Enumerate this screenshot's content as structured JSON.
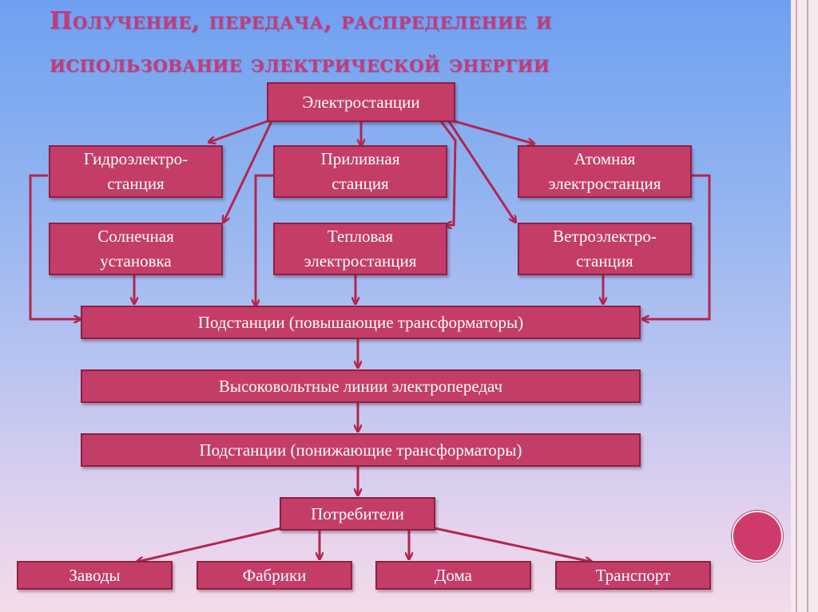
{
  "title": "Получение, передача, распределение и использование электрической энергии",
  "nodes": {
    "root": "Электростанции",
    "hydro": "Гидроэлектро-\nстанция",
    "tidal": "Приливная\nстанция",
    "nuclear": "Атомная\nэлектростанция",
    "solar": "Солнечная\nустановка",
    "thermal": "Тепловая\nэлектростанция",
    "wind": "Ветроэлектро-\nстанция",
    "step_up": "Подстанции (повышающие трансформаторы)",
    "hv_lines": "Высоковольтные линии электропередач",
    "step_down": "Подстанции (понижающие трансформаторы)",
    "consumers": "Потребители",
    "plants": "Заводы",
    "factories": "Фабрики",
    "homes": "Дома",
    "transport": "Транспорт"
  },
  "colors": {
    "box": "#c43d67",
    "border": "#8e1f45",
    "arrow": "#b3264f",
    "title": "#c33a7a"
  }
}
